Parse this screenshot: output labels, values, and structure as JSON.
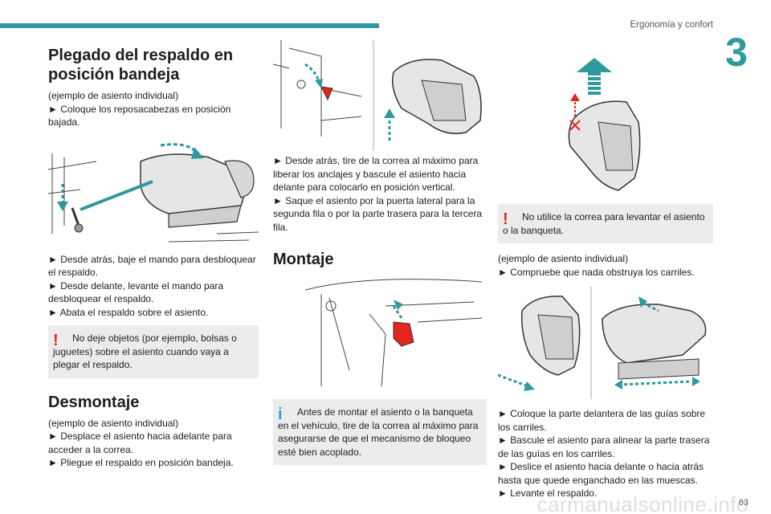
{
  "header": {
    "chapter_title": "Ergonomía y confort",
    "chapter_number": "3",
    "accent_color": "#2e9a9d"
  },
  "col1": {
    "title": "Plegado del respaldo en posición bandeja",
    "intro": "(ejemplo de asiento individual)",
    "step1": "Coloque los reposacabezas en posición bajada.",
    "steps": [
      "Desde atrás, baje el mando para desbloquear el respaldo.",
      "Desde delante, levante el mando para desbloquear el respaldo.",
      "Abata el respaldo sobre el asiento."
    ],
    "warning": "No deje objetos (por ejemplo, bolsas o juguetes) sobre el asiento cuando vaya a plegar el respaldo.",
    "section2_title": "Desmontaje",
    "section2_intro": "(ejemplo de asiento individual)",
    "section2_steps": [
      "Desplace el asiento hacia adelante para acceder a la correa.",
      "Pliegue el respaldo en posición bandeja."
    ]
  },
  "col2": {
    "steps": [
      "Desde atrás, tire de la correa al máximo para liberar los anclajes y bascule el asiento hacia delante para colocarlo en posición vertical.",
      "Saque el asiento por la puerta lateral para la segunda fila o por la parte trasera para la tercera fila."
    ],
    "section_title": "Montaje",
    "info": "Antes de montar el asiento o la banqueta en el vehículo, tire de la correa al máximo para asegurarse de que el mecanismo de bloqueo esté bien acoplado."
  },
  "col3": {
    "warning": "No utilice la correa para levantar el asiento o la banqueta.",
    "intro": "(ejemplo de asiento individual)",
    "step1": "Compruebe que nada obstruya los carriles.",
    "steps": [
      "Coloque la parte delantera de las guías sobre los carriles.",
      "Bascule el asiento para alinear la parte trasera de las guías en los carriles.",
      "Deslice el asiento hacia delante o hacia atrás hasta que quede enganchado en las muescas.",
      "Levante el respaldo."
    ]
  },
  "footer": {
    "page_number": "63",
    "watermark": "carmanualsonline.info"
  }
}
